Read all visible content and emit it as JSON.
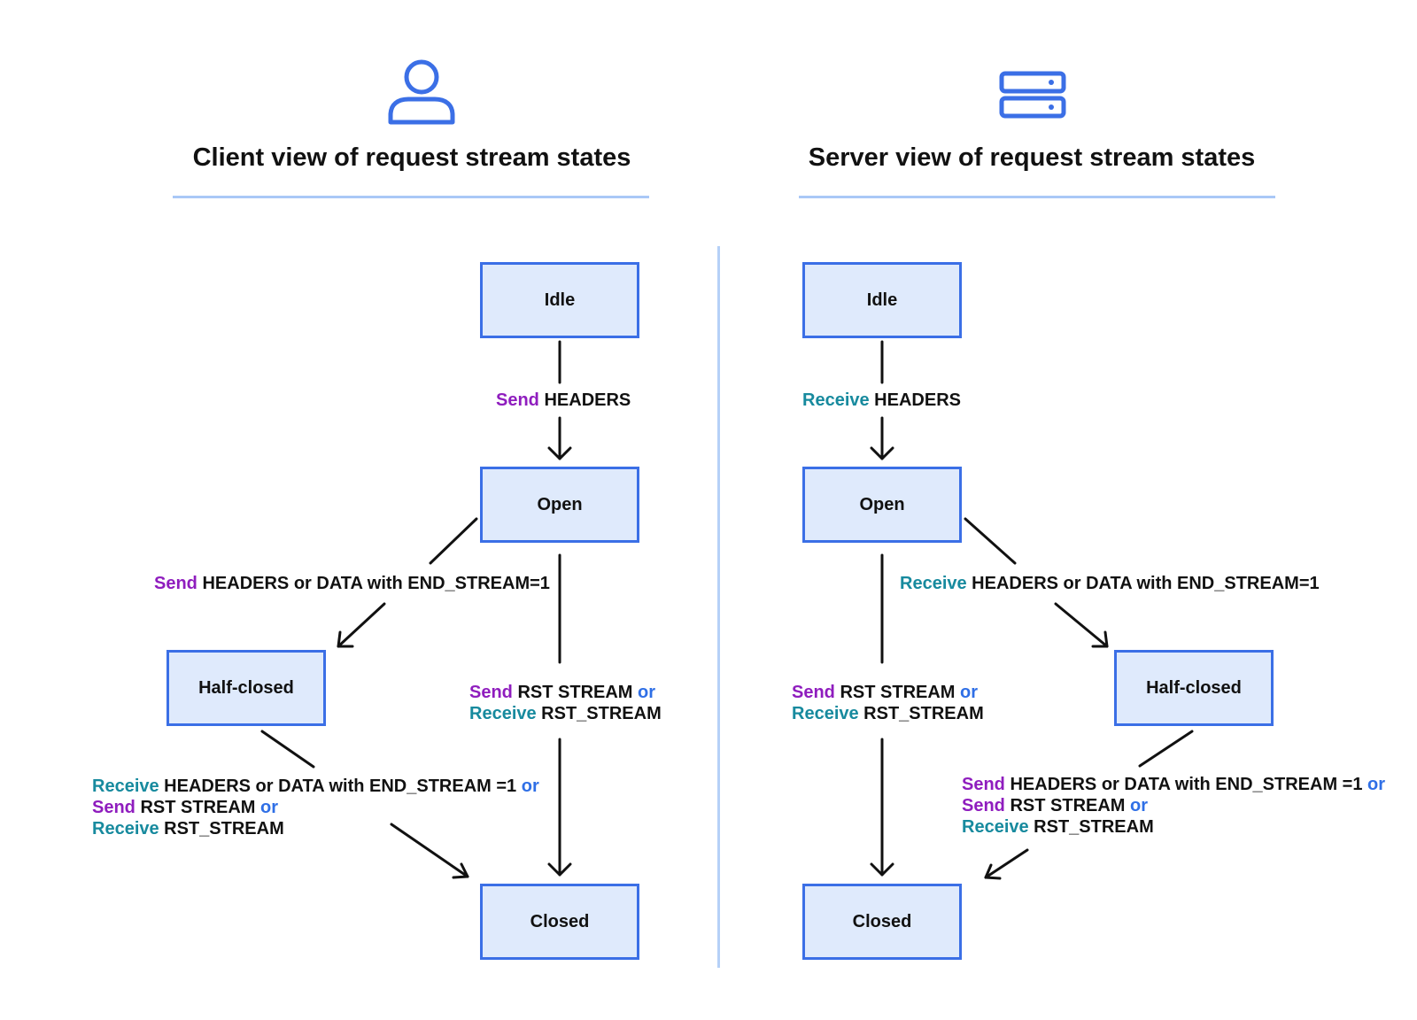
{
  "client": {
    "title": "Client view of request stream states",
    "states": {
      "idle": "Idle",
      "open": "Open",
      "half_closed": "Half-closed",
      "closed": "Closed"
    },
    "labels": {
      "idle_open": {
        "verb": "Send",
        "text": " HEADERS"
      },
      "open_half": {
        "verb": "Send",
        "text": " HEADERS or DATA with END_STREAM=1"
      },
      "open_closed_l1": {
        "verb": "Send",
        "text": " RST STREAM ",
        "or": "or"
      },
      "open_closed_l2": {
        "verb": "Receive",
        "text": " RST_STREAM"
      },
      "half_closed_l1": {
        "verb": "Receive",
        "text": " HEADERS or DATA with END_STREAM =1  ",
        "or": "or"
      },
      "half_closed_l2": {
        "verb": "Send",
        "text": " RST STREAM  ",
        "or": "or"
      },
      "half_closed_l3": {
        "verb": "Receive",
        "text": " RST_STREAM"
      }
    }
  },
  "server": {
    "title": "Server view of request stream states",
    "states": {
      "idle": "Idle",
      "open": "Open",
      "half_closed": "Half-closed",
      "closed": "Closed"
    },
    "labels": {
      "idle_open": {
        "verb": "Receive",
        "text": " HEADERS"
      },
      "open_half": {
        "verb": "Receive",
        "text": " HEADERS or DATA with END_STREAM=1"
      },
      "open_closed_l1": {
        "verb": "Send",
        "text": " RST STREAM ",
        "or": "or"
      },
      "open_closed_l2": {
        "verb": "Receive",
        "text": " RST_STREAM"
      },
      "half_closed_l1": {
        "verb": "Send",
        "text": " HEADERS or DATA with END_STREAM =1  ",
        "or": "or"
      },
      "half_closed_l2": {
        "verb": "Send",
        "text": " RST STREAM ",
        "or": "or"
      },
      "half_closed_l3": {
        "verb": "Receive",
        "text": " RST_STREAM"
      }
    }
  },
  "icons": {
    "client": "user-icon",
    "server": "server-icon"
  },
  "colors": {
    "state_fill": "#dfeafc",
    "state_border": "#3b6fe6",
    "send": "#8f1dbe",
    "receive": "#178a9e",
    "or": "#2f6fe6",
    "icon": "#3b6fe6",
    "divider": "#b5d0f7"
  }
}
